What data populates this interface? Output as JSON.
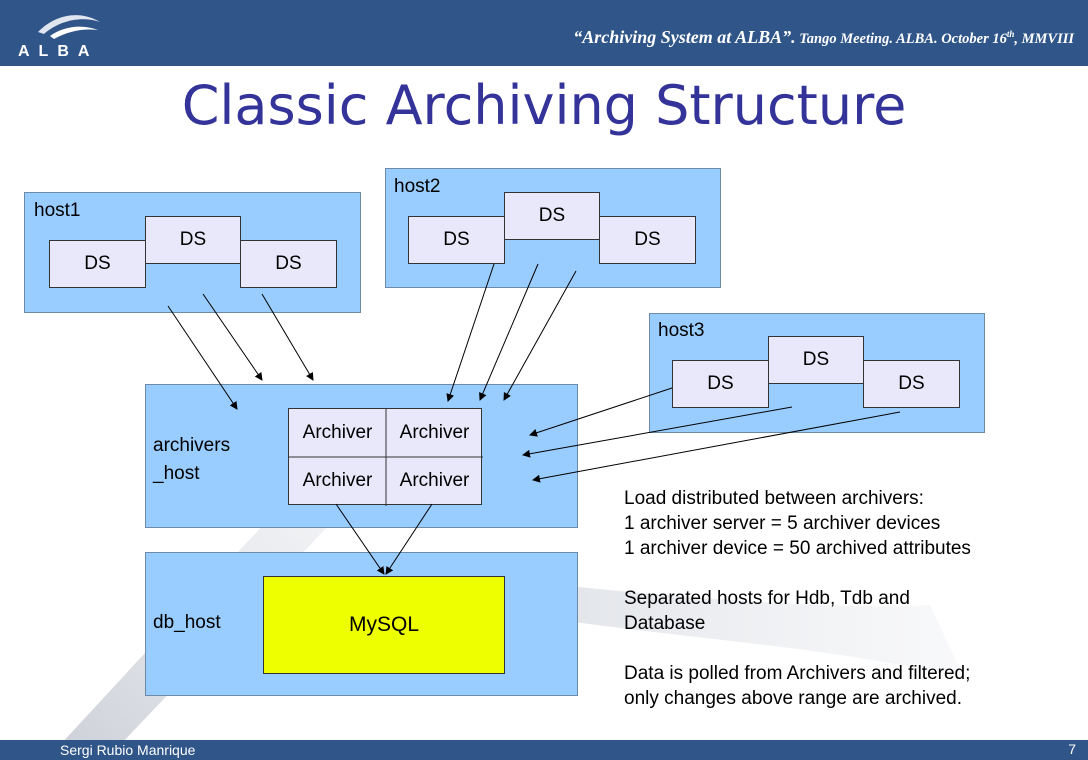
{
  "header": {
    "logo_text": "ALBA",
    "quote": "“Archiving System at ALBA”.",
    "meeting": "Tango Meeting.  ALBA.  October 16",
    "th": "th",
    "year": ", MMVIII"
  },
  "title": "Classic Archiving Structure",
  "hosts": {
    "host1": "host1",
    "host2": "host2",
    "host3": "host3",
    "archivers_line1": "archivers",
    "archivers_line2": "_host",
    "db": "db_host"
  },
  "ds_label": "DS",
  "archiver_label": "Archiver",
  "mysql_label": "MySQL",
  "notes": [
    "Load distributed between archivers:",
    "1 archiver server = 5 archiver devices",
    "1 archiver device = 50 archived attributes",
    "",
    "Separated hosts for Hdb, Tdb and",
    "Database",
    "",
    "Data is polled from Archivers and filtered;",
    "only changes above range are archived."
  ],
  "footer": {
    "author": "Sergi Rubio Manrique",
    "page": "7"
  },
  "colors": {
    "header": "#2f5589",
    "host_fill": "#99ccff",
    "ds_fill": "#e8e8fa",
    "mysql_fill": "#eeff00",
    "title": "#333399"
  }
}
